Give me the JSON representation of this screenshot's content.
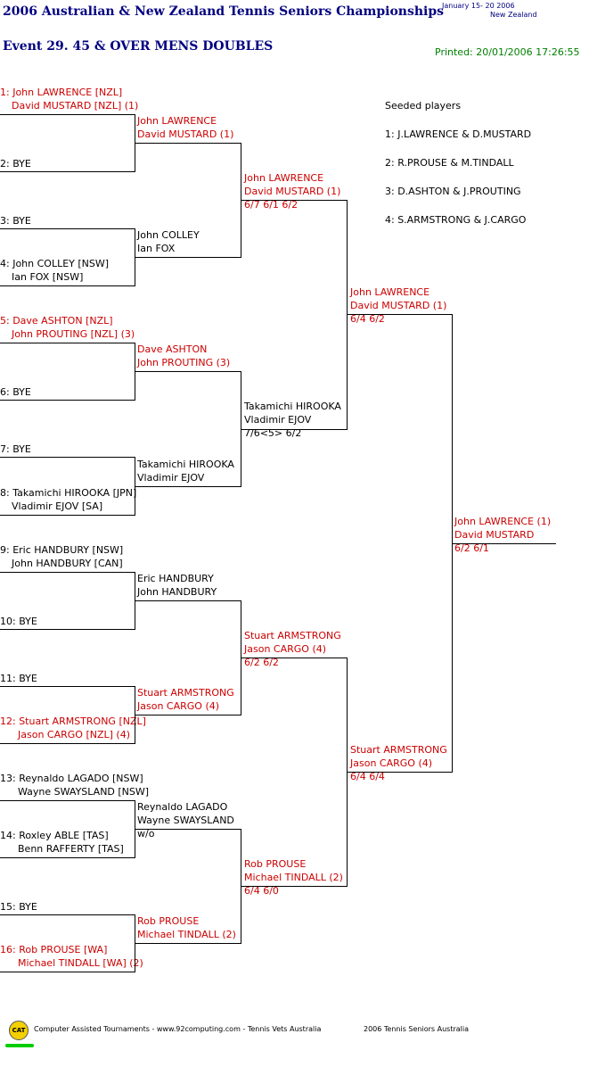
{
  "header": {
    "title": "2006 Australian & New Zealand Tennis Seniors Championships",
    "date_line1": "January   15- 20 2006",
    "date_line2": "New Zealand",
    "event": "Event 29. 45 & OVER MENS DOUBLES",
    "printed": "Printed: 20/01/2006 17:26:55"
  },
  "seeds": {
    "title": "Seeded players",
    "list": [
      "1: J.LAWRENCE & D.MUSTARD",
      "2: R.PROUSE & M.TINDALL",
      "3: D.ASHTON & J.PROUTING",
      "4: S.ARMSTRONG & J.CARGO"
    ]
  },
  "r1": [
    {
      "l1": "1: John LAWRENCE [NZL]",
      "l2": "David MUSTARD [NZL] (1)"
    },
    {
      "l1": "2: BYE",
      "l2": ""
    },
    {
      "l1": "3: BYE",
      "l2": ""
    },
    {
      "l1": "4: John COLLEY [NSW]",
      "l2": "Ian FOX [NSW]"
    },
    {
      "l1": "5: Dave ASHTON [NZL]",
      "l2": "John PROUTING [NZL] (3)"
    },
    {
      "l1": "6: BYE",
      "l2": ""
    },
    {
      "l1": "7: BYE",
      "l2": ""
    },
    {
      "l1": "8: Takamichi HIROOKA [JPN]",
      "l2": "Vladimir EJOV [SA]"
    },
    {
      "l1": "9: Eric HANDBURY [NSW]",
      "l2": "John HANDBURY [CAN]"
    },
    {
      "l1": "10: BYE",
      "l2": ""
    },
    {
      "l1": "11: BYE",
      "l2": ""
    },
    {
      "l1": "12: Stuart ARMSTRONG [NZL]",
      "l2": "Jason CARGO [NZL] (4)"
    },
    {
      "l1": "13: Reynaldo LAGADO [NSW]",
      "l2": "Wayne SWAYSLAND [NSW]"
    },
    {
      "l1": "14: Roxley ABLE [TAS]",
      "l2": "Benn RAFFERTY [TAS]"
    },
    {
      "l1": "15: BYE",
      "l2": ""
    },
    {
      "l1": "16: Rob PROUSE [WA]",
      "l2": "Michael TINDALL [WA] (2)"
    }
  ],
  "r2": [
    {
      "l1": "John LAWRENCE",
      "l2": "David MUSTARD (1)",
      "s": ""
    },
    {
      "l1": "John COLLEY",
      "l2": "Ian FOX",
      "s": ""
    },
    {
      "l1": "Dave ASHTON",
      "l2": "John PROUTING (3)",
      "s": ""
    },
    {
      "l1": "Takamichi HIROOKA",
      "l2": "Vladimir EJOV",
      "s": ""
    },
    {
      "l1": "Eric HANDBURY",
      "l2": "John HANDBURY",
      "s": ""
    },
    {
      "l1": "Stuart ARMSTRONG",
      "l2": "Jason CARGO (4)",
      "s": ""
    },
    {
      "l1": "Reynaldo LAGADO",
      "l2": "Wayne SWAYSLAND",
      "s": "w/o"
    },
    {
      "l1": "Rob PROUSE",
      "l2": "Michael TINDALL (2)",
      "s": ""
    }
  ],
  "r3": [
    {
      "l1": "John LAWRENCE",
      "l2": "David MUSTARD (1)",
      "s": "6/7 6/1 6/2"
    },
    {
      "l1": "Takamichi HIROOKA",
      "l2": "Vladimir EJOV",
      "s": "7/6<5> 6/2"
    },
    {
      "l1": "Stuart ARMSTRONG",
      "l2": "Jason CARGO (4)",
      "s": "6/2 6/2"
    },
    {
      "l1": "Rob PROUSE",
      "l2": "Michael TINDALL (2)",
      "s": "6/4 6/0"
    }
  ],
  "r4": [
    {
      "l1": "John LAWRENCE",
      "l2": "David MUSTARD (1)",
      "s": "6/4 6/2"
    },
    {
      "l1": "Stuart ARMSTRONG",
      "l2": "Jason CARGO (4)",
      "s": "6/4 6/4"
    }
  ],
  "final": {
    "l1": "John LAWRENCE (1)",
    "l2": "David MUSTARD",
    "s": "6/2 6/1"
  },
  "footer": {
    "logo": "CAT",
    "left": "Computer Assisted Tournaments - www.92computing.com -  Tennis Vets Australia",
    "right": "2006 Tennis Seniors Australia"
  },
  "colors": {
    "seed_red": "#cc0000",
    "title_navy": "#000080",
    "printed_green": "#008000"
  }
}
